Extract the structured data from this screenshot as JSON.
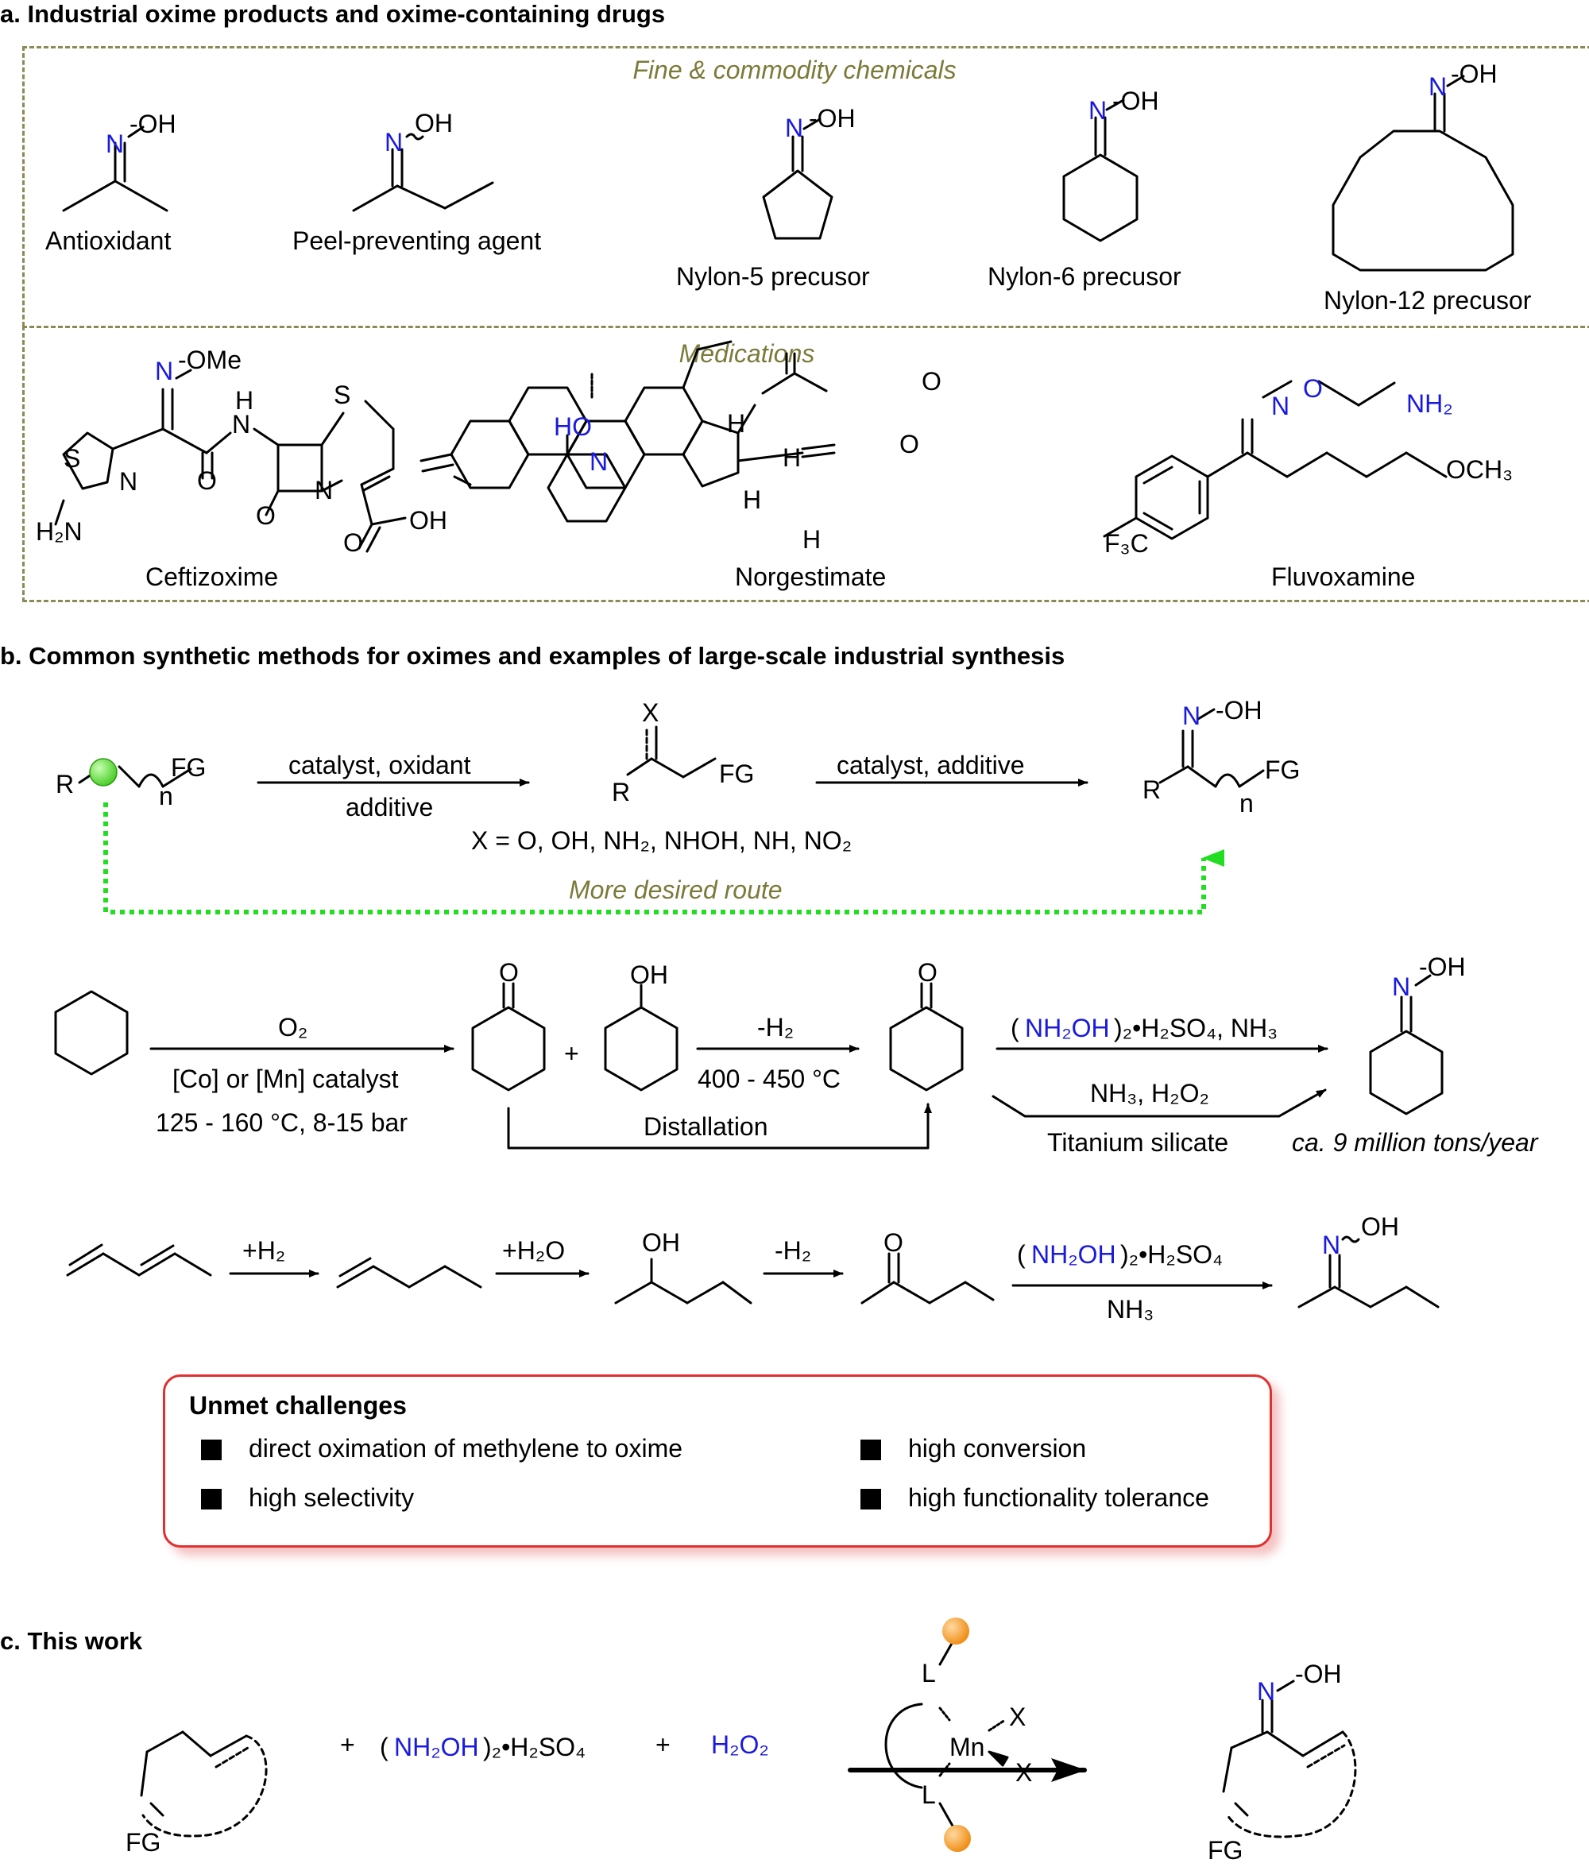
{
  "panel_a": {
    "heading": "a. Industrial oxime products and oxime-containing drugs",
    "section_fine": "Fine & commodity chemicals",
    "section_med": "Medications",
    "compounds": {
      "antioxidant": "Antioxidant",
      "peel": "Peel-preventing agent",
      "nylon5": "Nylon-5 precusor",
      "nylon6": "Nylon-6 precusor",
      "nylon12": "Nylon-12 precusor",
      "ceftizoxime": "Ceftizoxime",
      "norgestimate": "Norgestimate",
      "fluvoxamine": "Fluvoxamine"
    }
  },
  "panel_b": {
    "heading": "b. Common synthetic methods for oximes and examples of large-scale industrial synthesis",
    "step1_top": "catalyst, oxidant",
    "step1_bottom": "additive",
    "step2_top": "catalyst, additive",
    "x_definition": "X = O,  OH, NH₂, NHOH, NH, NO₂",
    "desired_route": "More desired route",
    "cyclo_o2": "O₂",
    "cyclo_catalyst": "[Co] or [Mn] catalyst",
    "cyclo_conditions": "125 - 160 °C, 8-15 bar",
    "dehydro": "-H₂",
    "dehydro_temp": "400 - 450 °C",
    "distillation": "Distallation",
    "nh3_h2o2": "NH₃, H₂O₂",
    "titanium": "Titanium silicate",
    "scale": "ca. 9 million tons/year",
    "plus": "+",
    "h2": "+H₂",
    "h2o": "+H₂O",
    "minus_h2": "-H₂",
    "nh3": "NH₃"
  },
  "challenges": {
    "title": "Unmet challenges",
    "items": [
      "direct oximation of methylene to oxime",
      "high conversion",
      "high selectivity",
      "high functionality tolerance"
    ]
  },
  "panel_c": {
    "heading": "c. This work",
    "plus": "+",
    "reagent_h2o2": "H₂O₂",
    "mn": "Mn",
    "ligand": "L",
    "x_ligand": "X",
    "fg": "FG"
  },
  "colors": {
    "reagent_blue": "#1a1adc",
    "olive_text": "#7b7a3a",
    "dashed_box": "#8a8a55",
    "green_route": "#22dd22",
    "challenge_border": "#e03030",
    "orange_ball": "#f59a1e"
  }
}
